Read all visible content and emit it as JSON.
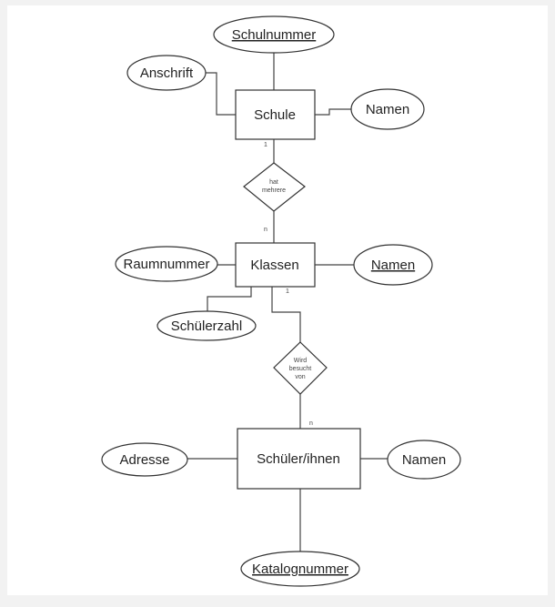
{
  "entities": {
    "schule": "Schule",
    "klassen": "Klassen",
    "schueler": "Schüler/ihnen"
  },
  "attributes": {
    "schulnummer": "Schulnummer",
    "anschrift": "Anschrift",
    "schule_namen": "Namen",
    "raumnummer": "Raumnummer",
    "klassen_namen": "Namen",
    "schuelerzahl": "Schülerzahl",
    "adresse": "Adresse",
    "schueler_namen": "Namen",
    "katalognummer": "Katalognummer"
  },
  "relationships": {
    "hat_line1": "hat",
    "hat_line2": "mehrere",
    "wird_line1": "Wird",
    "wird_line2": "besucht",
    "wird_line3": "von"
  },
  "cardinalities": {
    "schule_hat": "1",
    "hat_klassen": "n",
    "klassen_wird": "1",
    "wird_schueler": "n"
  }
}
